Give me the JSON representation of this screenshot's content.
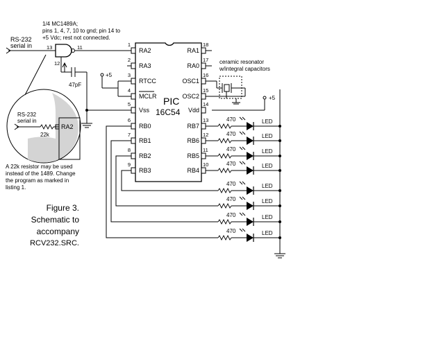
{
  "gate": {
    "note_lines": [
      "1/4 MC1489A;",
      "pins 1, 4, 7, 10 to gnd; pin 14 to",
      "+5 Vdc; rest not connected."
    ],
    "pin_in": "13",
    "pin_out": "11",
    "pin_ctl": "12"
  },
  "input": {
    "lines": [
      "RS-232",
      "serial in"
    ]
  },
  "cap_label": "47pF",
  "supply_label": "+5",
  "chip": {
    "name_lines": [
      "PIC",
      "16C54"
    ],
    "left_pins": [
      {
        "num": "1",
        "name": "RA2"
      },
      {
        "num": "2",
        "name": "RA3"
      },
      {
        "num": "3",
        "name": "RTCC"
      },
      {
        "num": "4",
        "name": "MCLR"
      },
      {
        "num": "5",
        "name": "Vss"
      },
      {
        "num": "6",
        "name": "RB0"
      },
      {
        "num": "7",
        "name": "RB1"
      },
      {
        "num": "8",
        "name": "RB2"
      },
      {
        "num": "9",
        "name": "RB3"
      }
    ],
    "right_pins": [
      {
        "num": "18",
        "name": "RA1"
      },
      {
        "num": "17",
        "name": "RA0"
      },
      {
        "num": "16",
        "name": "OSC1"
      },
      {
        "num": "15",
        "name": "OSC2"
      },
      {
        "num": "14",
        "name": "Vdd"
      },
      {
        "num": "13",
        "name": "RB7"
      },
      {
        "num": "12",
        "name": "RB6"
      },
      {
        "num": "11",
        "name": "RB5"
      },
      {
        "num": "10",
        "name": "RB4"
      }
    ]
  },
  "resonator": {
    "lines": [
      "ceramic resonator",
      "w/integral capacitors"
    ]
  },
  "led_rows": [
    {
      "res": "470",
      "led": "LED"
    },
    {
      "res": "470",
      "led": "LED"
    },
    {
      "res": "470",
      "led": "LED"
    },
    {
      "res": "470",
      "led": "LED"
    },
    {
      "res": "470",
      "led": "LED"
    },
    {
      "res": "470",
      "led": "LED"
    },
    {
      "res": "470",
      "led": "LED"
    },
    {
      "res": "470",
      "led": "LED"
    }
  ],
  "inset": {
    "lines": [
      "RS-232",
      "serial in"
    ],
    "res": "22k",
    "pin": "RA2"
  },
  "note": {
    "lines": [
      "A 22k resistor may be used",
      "instead of the 1489. Change",
      "the program as marked in",
      "listing 1."
    ]
  },
  "caption": {
    "lines": [
      "Figure 3.",
      "Schematic to",
      "accompany"
    ],
    "file": "RCV232.SRC."
  }
}
